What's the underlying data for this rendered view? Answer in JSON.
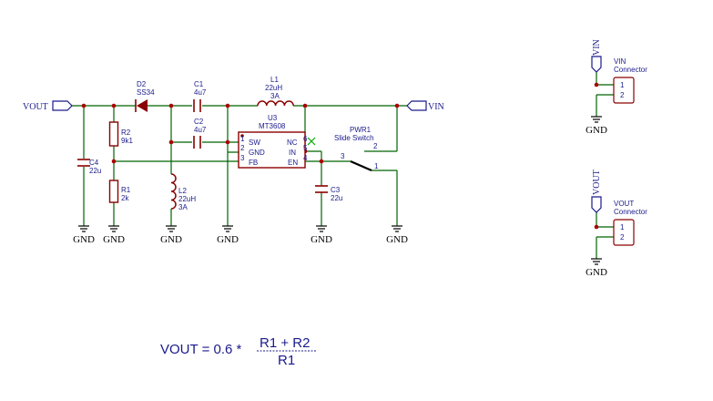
{
  "colors": {
    "wire": "#006400",
    "part": "#8b0000",
    "label": "#1a1a8c",
    "ground": "#000000",
    "junction": "#aa0000",
    "noconnect": "#00aa00"
  },
  "nets": {
    "vout": "VOUT",
    "vin": "VIN",
    "gnd": "GND"
  },
  "components": {
    "d2": {
      "ref": "D2",
      "value": "SS34"
    },
    "c1": {
      "ref": "C1",
      "value": "4u7"
    },
    "c2": {
      "ref": "C2",
      "value": "4u7"
    },
    "l1": {
      "ref": "L1",
      "value": "22uH",
      "rating": "3A"
    },
    "l2": {
      "ref": "L2",
      "value": "22uH",
      "rating": "3A"
    },
    "r2": {
      "ref": "R2",
      "value": "9k1"
    },
    "r1": {
      "ref": "R1",
      "value": "2k"
    },
    "c4": {
      "ref": "C4",
      "value": "22u"
    },
    "c3": {
      "ref": "C3",
      "value": "22u"
    },
    "u3": {
      "ref": "U3",
      "value": "MT3608",
      "pins_left": [
        {
          "num": "1",
          "name": "SW"
        },
        {
          "num": "2",
          "name": "GND"
        },
        {
          "num": "3",
          "name": "FB"
        }
      ],
      "pins_right": [
        {
          "num": "6",
          "name": "NC"
        },
        {
          "num": "5",
          "name": "IN"
        },
        {
          "num": "4",
          "name": "EN"
        }
      ]
    },
    "pwr1": {
      "ref": "PWR1",
      "value": "Slide Switch",
      "pins": [
        "2",
        "3",
        "1"
      ]
    },
    "vin_conn": {
      "line1": "VIN",
      "line2": "Connector",
      "pins": [
        "1",
        "2"
      ]
    },
    "vout_conn": {
      "line1": "VOUT",
      "line2": "Connector",
      "pins": [
        "1",
        "2"
      ]
    }
  },
  "formula": {
    "lhs": "VOUT = 0.6 *",
    "numerator": "R1 + R2",
    "denominator": "R1"
  }
}
